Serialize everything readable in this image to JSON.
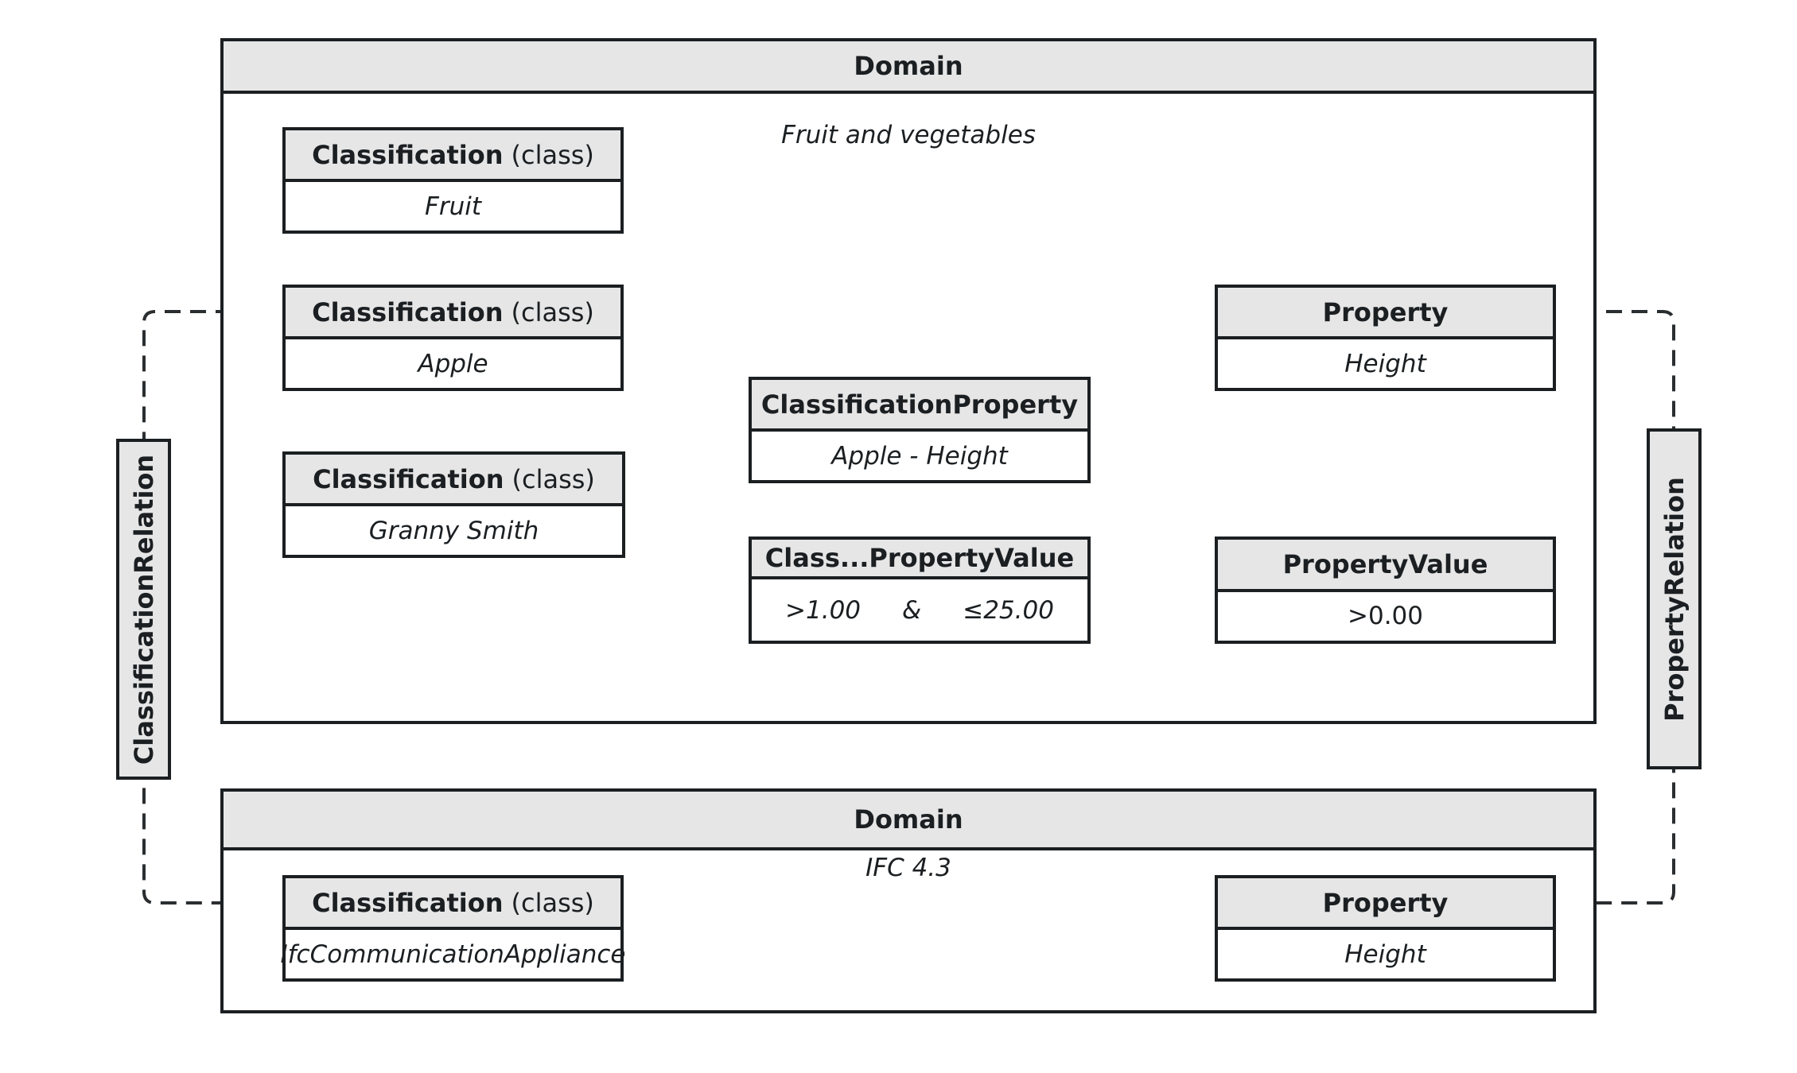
{
  "domains": [
    {
      "header": "Domain",
      "name": "Fruit and vegetables"
    },
    {
      "header": "Domain",
      "name": "IFC 4.3"
    }
  ],
  "classification_fruit": {
    "head_bold": "Classification",
    "head_normal": "(class)",
    "body": "Fruit"
  },
  "classification_apple": {
    "head_bold": "Classification",
    "head_normal": "(class)",
    "body": "Apple"
  },
  "classification_granny": {
    "head_bold": "Classification",
    "head_normal": "(class)",
    "body": "Granny Smith"
  },
  "classification_property": {
    "head": "ClassificationProperty",
    "body": "Apple - Height"
  },
  "class_property_value": {
    "head": "Class...PropertyValue",
    "min": ">1.00",
    "joiner": "&",
    "max": "≤25.00"
  },
  "property_height": {
    "head": "Property",
    "body": "Height"
  },
  "property_value": {
    "head": "PropertyValue",
    "body": ">0.00"
  },
  "classification_ifc": {
    "head_bold": "Classification",
    "head_normal": "(class)",
    "body": "IfcCommunicationAppliance"
  },
  "property_ifc": {
    "head": "Property",
    "body": "Height"
  },
  "classification_relation": {
    "label": "ClassificationRelation"
  },
  "property_relation": {
    "label": "PropertyRelation"
  }
}
